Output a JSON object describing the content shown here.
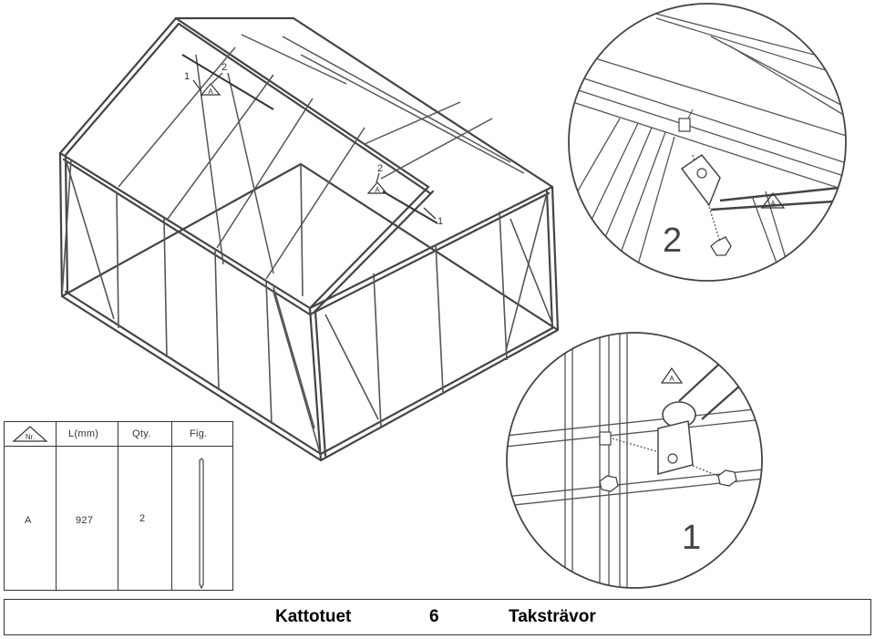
{
  "diagram": {
    "top_callouts": {
      "num1": "1",
      "num2": "2",
      "part": "A"
    },
    "mid_callouts": {
      "num2": "2",
      "part": "A",
      "num1": "1"
    },
    "detail_top": {
      "step": "2",
      "part": "A"
    },
    "detail_bottom": {
      "step": "1",
      "part": "A"
    }
  },
  "parts_table": {
    "headers": {
      "nr": "Nr.",
      "length": "L(mm)",
      "qty": "Qty.",
      "fig": "Fig."
    },
    "rows": [
      {
        "nr": "A",
        "length": "927",
        "qty": "2"
      }
    ]
  },
  "footer": {
    "left_title": "Kattotuet",
    "step_number": "6",
    "right_title": "Taksträvor"
  }
}
